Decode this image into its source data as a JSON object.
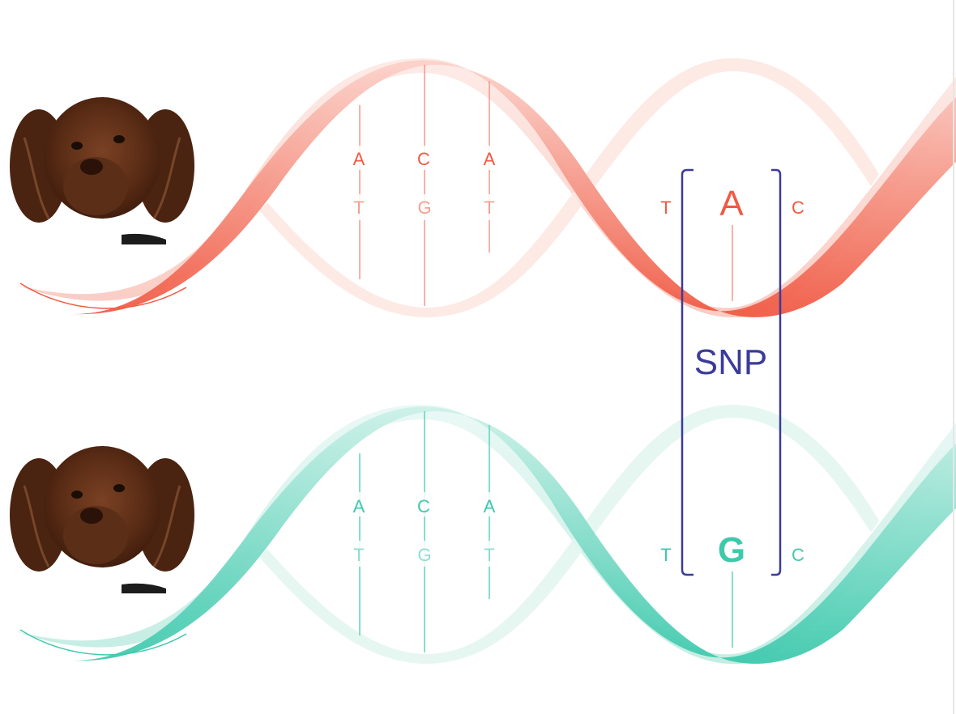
{
  "colors": {
    "red_strand": "#f05a44",
    "red_light": "#f7b3a6",
    "teal_strand": "#3ec9ad",
    "teal_light": "#b5eadd",
    "snp_box": "#3c3b9a",
    "background": "#ffffff"
  },
  "icons": {
    "dog_top": "dog-portrait-icon",
    "dog_bottom": "dog-portrait-icon"
  },
  "top_helix": {
    "upper_bases": [
      "A",
      "C",
      "A"
    ],
    "lower_bases": [
      "T",
      "G",
      "T"
    ],
    "snp_left": "T",
    "snp_base": "A",
    "snp_right": "C"
  },
  "bottom_helix": {
    "upper_bases": [
      "A",
      "C",
      "A"
    ],
    "lower_bases": [
      "T",
      "G",
      "T"
    ],
    "snp_left": "T",
    "snp_base": "G",
    "snp_right": "C"
  },
  "snp_label": "SNP"
}
